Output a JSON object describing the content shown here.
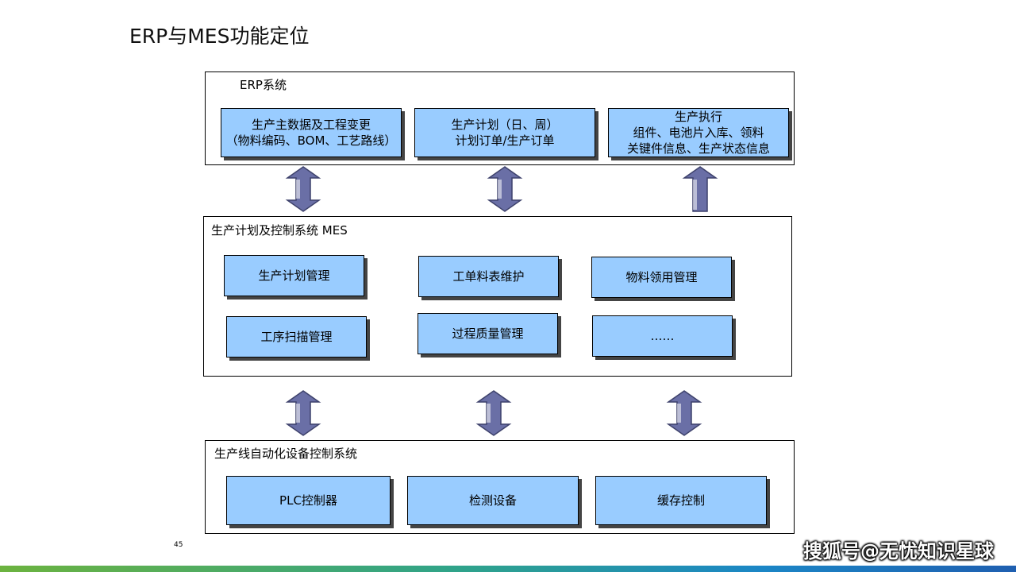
{
  "title": "ERP与MES功能定位",
  "erp": {
    "label": "ERP系统",
    "boxes": [
      {
        "line1": "生产主数据及工程变更",
        "line2": "（物料编码、BOM、工艺路线）",
        "line3": ""
      },
      {
        "line1": "生产计划（日、周）",
        "line2": "计划订单/生产订单",
        "line3": ""
      },
      {
        "line1": "生产执行",
        "line2": "组件、电池片入库、领料",
        "line3": "关键件信息、生产状态信息"
      }
    ]
  },
  "mes": {
    "label": "生产计划及控制系统 MES",
    "boxes": [
      "生产计划管理",
      "工单料表维护",
      "物料领用管理",
      "工序扫描管理",
      "过程质量管理",
      "……"
    ]
  },
  "line": {
    "label": "生产线自动化设备控制系统",
    "boxes": [
      "PLC控制器",
      "检测设备",
      "缓存控制"
    ]
  },
  "page_number": "45",
  "watermark": "搜狐号@无忧知识星球",
  "colors": {
    "box_fill": "#99ccff",
    "arrow_fill": "#6a6fa6",
    "footer_gradient": [
      "#6cb33f",
      "#2fa38a",
      "#1b86c6",
      "#1f5fb0"
    ]
  },
  "icons": {
    "erp_mes_arrows": [
      "double-vertical-arrow",
      "double-vertical-arrow",
      "up-arrow"
    ],
    "mes_line_arrows": [
      "double-vertical-arrow",
      "double-vertical-arrow",
      "double-vertical-arrow"
    ]
  }
}
